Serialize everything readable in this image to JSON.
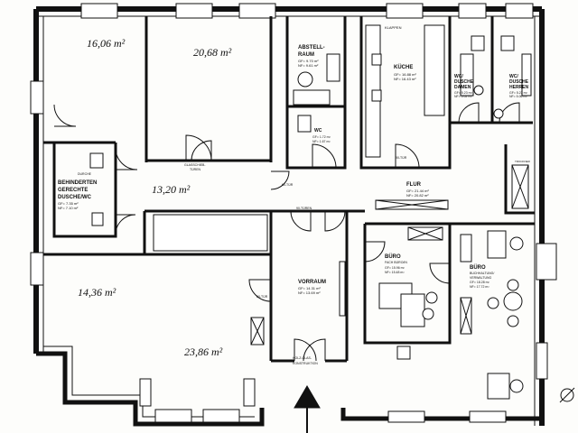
{
  "handwritten_areas": {
    "room_top_left": "16,06 m²",
    "room_top_middle": "20,68 m²",
    "room_left_middle": "13,20 m²",
    "room_left_large": "14,36 m²",
    "room_bottom_large": "23,86 m²"
  },
  "rooms": {
    "abstellraum": {
      "name": "ABSTELL-\nRAUM",
      "l1": "ABSTELL-",
      "l2": "RAUM",
      "gf": "GF= 9.70 m²",
      "nf": "NF= 9.61 m²"
    },
    "kueche": {
      "name": "KÜCHE",
      "gf": "GF= 16.88 m²",
      "nf": "NF= 16.43 m²"
    },
    "klappen": "KLAPPEN",
    "wc_damen": {
      "l1": "WC/",
      "l2": "DUSCHE",
      "l3": "DAMEN",
      "gf": "GF= 5.23 m²",
      "nf": "NF= 5.02 m²"
    },
    "wc_herren": {
      "l1": "WC/",
      "l2": "DUSCHE",
      "l3": "HERREN",
      "gf": "GF= 5.23 m²",
      "nf": "NF= 5.06 m²"
    },
    "wc_small": {
      "name": "WC",
      "gf": "GF= 1.72 m²",
      "nf": "NF= 1.67 m²"
    },
    "behinderten": {
      "top": "DURCHE",
      "l1": "BEHINDERTEN",
      "l2": "GERECHTE",
      "l3": "DUSCHE/WC",
      "gf": "GF= 7.35 m²",
      "nf": "NF= 7.10 m²"
    },
    "flur": {
      "name": "FLUR",
      "gf": "GF= 21.44 m²",
      "nf": "NF= 20.82 m²"
    },
    "vorraum": {
      "name": "VORRAUM",
      "gf": "GF= 14.31 m²",
      "nf": "NF= 13.69 m²"
    },
    "buero1": {
      "name": "BÜRO",
      "sub": "FACH BÜRO/IN",
      "gf": "GF= 15.96 m²",
      "nf": "NF= 15.48 m²"
    },
    "buero2": {
      "name": "BÜRO",
      "sub1": "BUCHHALTUNG/",
      "sub2": "VERWALTUNG",
      "gf": "GF= 18.28 m²",
      "nf": "NF= 17.72 m²"
    }
  },
  "annotations": {
    "glastuer": "GLASSCHIEB-",
    "glastuer2": "TÜREN",
    "tuer_ex1": "60-TÜR",
    "tuer_ex2": "90-TÜR",
    "tuer_ex3": "90-TÜREN",
    "tuer_ex4": "60-TÜR",
    "trockner": "TROCKNER",
    "holz": "HOLZ-GLAS-",
    "holz2": "KONSTRUKTION"
  }
}
